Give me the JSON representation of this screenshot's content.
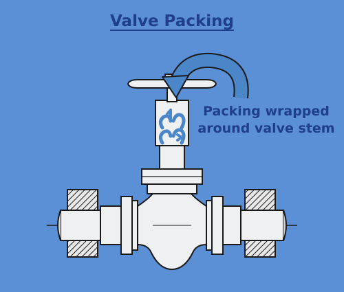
{
  "title": "Valve Packing",
  "callout": {
    "line1": "Packing wrapped",
    "line2": "around valve stem"
  },
  "colors": {
    "background": "#5b8fd6",
    "text": "#1f3f8a",
    "valve_fill": "#eef0f2",
    "outline": "#1a1a1a",
    "arrow": "#4a86c8"
  },
  "icons": {
    "callout_arrow": "curved-arrow-icon",
    "packing_spirals": "spiral-arrow-icon"
  }
}
